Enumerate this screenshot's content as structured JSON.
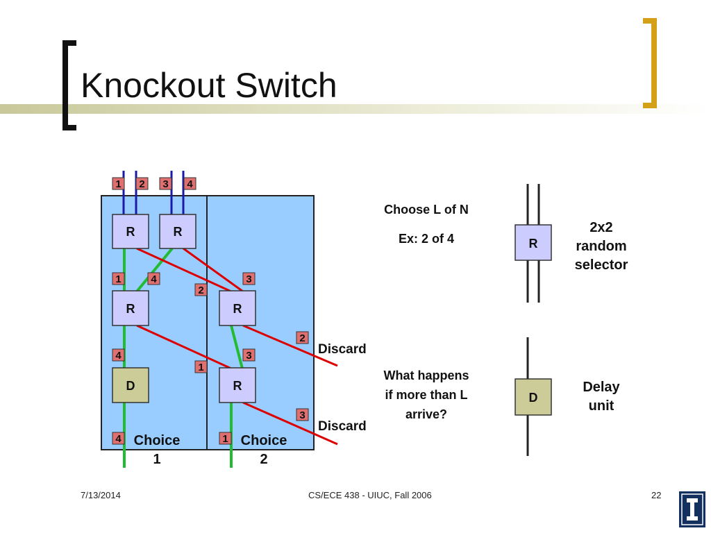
{
  "slide": {
    "title": "Knockout Switch"
  },
  "diagram": {
    "input_labels": [
      "1",
      "2",
      "3",
      "4"
    ],
    "selector_label": "R",
    "delay_label": "D",
    "intermediate_tags": [
      "1",
      "4",
      "2",
      "3"
    ],
    "lower_tags": [
      "4",
      "1",
      "3",
      "2",
      "3"
    ],
    "output_tags": [
      "4",
      "1"
    ],
    "choice1": [
      "Choice",
      "1"
    ],
    "choice2": [
      "Choice",
      "2"
    ],
    "discard": "Discard",
    "choose_l_of_n": "Choose L of N",
    "example": "Ex: 2 of 4",
    "question": [
      "What happens",
      "if more than L",
      "arrive?"
    ],
    "legend_selector": [
      "2x2",
      "random",
      "selector"
    ],
    "legend_delay": [
      "Delay",
      "unit"
    ]
  },
  "colors": {
    "panel": "#99ccff",
    "r_box": "#ccccff",
    "d_box": "#cccc99",
    "tag": "#e07070",
    "red_wire": "#dd0000",
    "green_wire": "#22bb33",
    "blue_wire": "#1a1aa8",
    "accent_gold": "#d4a017"
  },
  "footer": {
    "date": "7/13/2014",
    "course": "CS/ECE 438 - UIUC, Fall 2006",
    "page": "22"
  }
}
